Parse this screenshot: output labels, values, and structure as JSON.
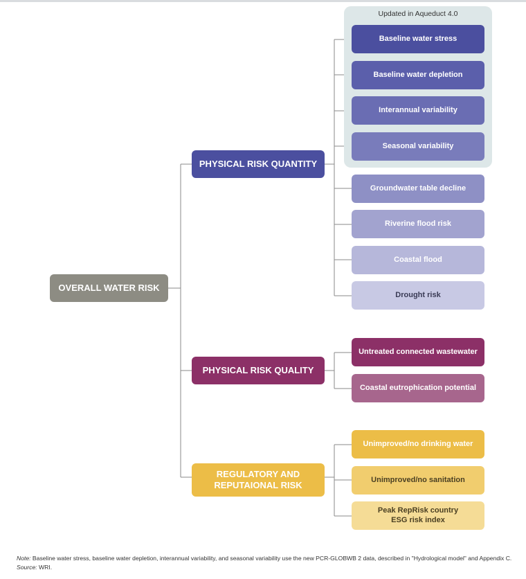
{
  "group_label": "Updated in Aqueduct 4.0",
  "root": {
    "label": "OVERALL WATER RISK",
    "color": "#8d8c83"
  },
  "categories": [
    {
      "label": "PHYSICAL RISK QUANTITY",
      "color": "#4b4f9f",
      "indicators": [
        {
          "label": "Baseline water stress",
          "color": "#4b4f9f",
          "text_color": "#ffffff"
        },
        {
          "label": "Baseline water depletion",
          "color": "#5b5fab",
          "text_color": "#ffffff"
        },
        {
          "label": "Interannual variability",
          "color": "#6a6db3",
          "text_color": "#ffffff"
        },
        {
          "label": "Seasonal variability",
          "color": "#797cbb",
          "text_color": "#ffffff"
        },
        {
          "label": "Groundwater table decline",
          "color": "#8e90c5",
          "text_color": "#ffffff"
        },
        {
          "label": "Riverine flood risk",
          "color": "#a2a3cf",
          "text_color": "#ffffff"
        },
        {
          "label": "Coastal flood",
          "color": "#b6b7da",
          "text_color": "#ffffff"
        },
        {
          "label": "Drought risk",
          "color": "#c8c9e4",
          "text_color": "#3a3b55"
        }
      ]
    },
    {
      "label": "PHYSICAL RISK QUALITY",
      "color": "#8c3067",
      "indicators": [
        {
          "label": "Untreated connected wastewater",
          "color": "#8c3067",
          "text_color": "#ffffff"
        },
        {
          "label": "Coastal eutrophication potential",
          "color": "#a7668d",
          "text_color": "#ffffff"
        }
      ]
    },
    {
      "label": "REGULATORY AND REPUTAIONAL RISK",
      "color": "#ecbd47",
      "indicators": [
        {
          "label": "Unimproved/no drinking water",
          "color": "#ecbd47",
          "text_color": "#ffffff"
        },
        {
          "label": "Unimproved/no sanitation",
          "color": "#f1cd6e",
          "text_color": "#4a3f22"
        },
        {
          "label": "Peak RepRisk country ESG risk index",
          "color": "#f5dc96",
          "text_color": "#4a3f22"
        }
      ]
    }
  ],
  "note": {
    "note_label": "Note:",
    "note_text": " Baseline water stress, baseline water depletion, interannual variability, and seasonal variability use the new PCR-GLOBWB 2 data, described in \"Hydrological model\" and Appendix C.",
    "source_label": "Source:",
    "source_text": " WRI."
  }
}
